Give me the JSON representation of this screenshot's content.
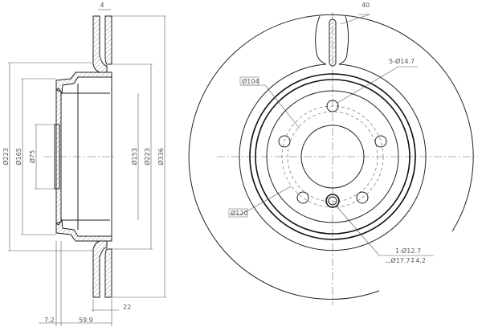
{
  "side_view": {
    "dims": {
      "thickness_top": "4",
      "d223": "Ø223",
      "d165": "Ø165",
      "d75": "Ø75",
      "d153": "Ø153",
      "d223_inner": "Ø223",
      "d336": "Ø336",
      "w22": "22",
      "w7_2": "7.2",
      "w59_9": "59.9"
    }
  },
  "front_view": {
    "dims": {
      "slot_width": "40",
      "bolt_holes": "5-Ø14.7",
      "d104": "Ø104",
      "d120": "Ø120",
      "pin_hole_line1": "1-Ø12.7",
      "pin_hole_line2": "⌴Ø17.7↧4.2"
    }
  }
}
